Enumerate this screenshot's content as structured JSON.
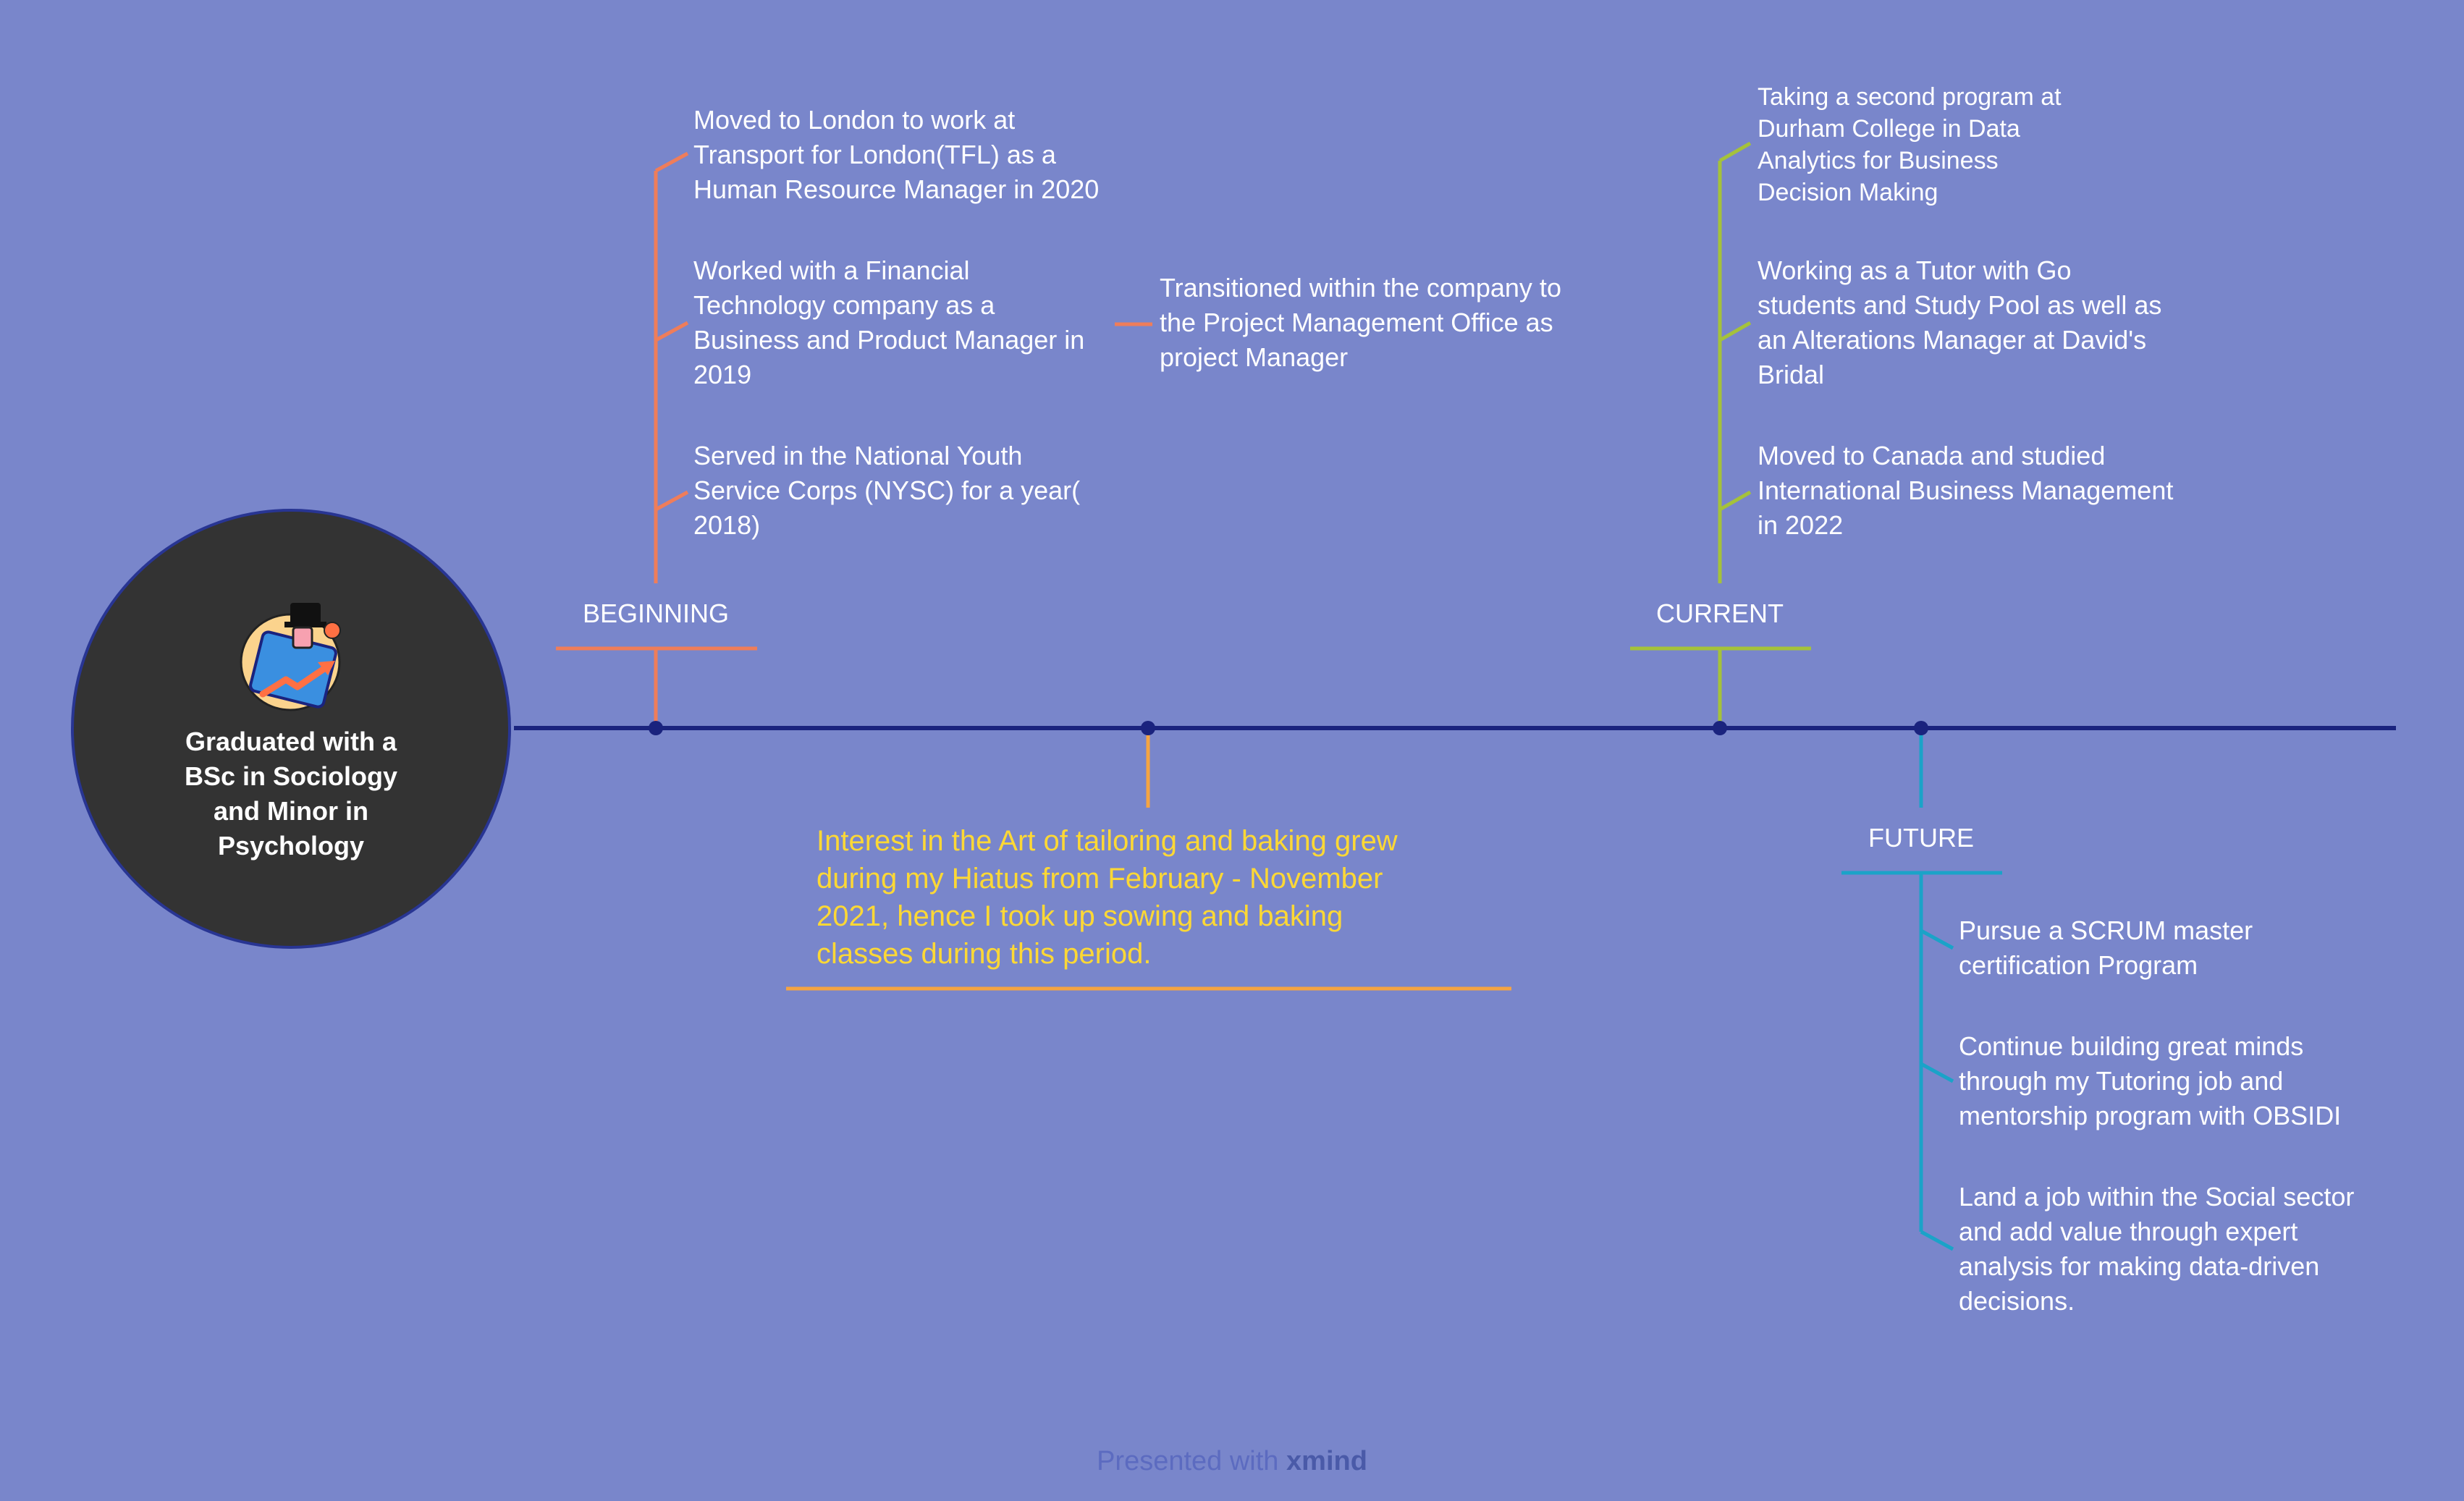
{
  "timeline": {
    "center": {
      "lines": [
        "Graduated with a",
        "BSc in Sociology",
        "and Minor in",
        "Psychology"
      ],
      "icon": "briefcase-growth-icon"
    },
    "branches": {
      "beginning": {
        "label": "BEGINNING",
        "color": "#ef7d5a",
        "items": [
          {
            "lines": [
              "Moved to London to work at",
              "Transport for London(TFL) as a",
              "Human Resource Manager in 2020"
            ]
          },
          {
            "lines": [
              "Worked with a Financial",
              "Technology company as a",
              "Business and Product Manager in",
              "2019"
            ]
          },
          {
            "lines": [
              "Served in the National Youth",
              "Service Corps (NYSC) for a year(",
              "2018)"
            ]
          }
        ],
        "sub_item": {
          "lines": [
            "Transitioned within the company to",
            "the Project Management Office as",
            "project Manager"
          ]
        }
      },
      "hiatus": {
        "color": "#f5a442",
        "text_color": "#fdd835",
        "lines": [
          "Interest in the Art of tailoring and baking grew",
          "during my Hiatus from February - November",
          "2021, hence I took up sowing and baking",
          "classes during this period."
        ]
      },
      "current": {
        "label": "CURRENT",
        "color": "#a5c23a",
        "items": [
          {
            "lines": [
              "Taking a second program at",
              "Durham College in Data",
              "Analytics for Business",
              "Decision Making"
            ]
          },
          {
            "lines": [
              "Working as a Tutor with Go",
              "students and Study Pool as well as",
              "an Alterations Manager at David's",
              "Bridal"
            ]
          },
          {
            "lines": [
              "Moved to Canada and studied",
              "International Business Management",
              "in 2022"
            ]
          }
        ]
      },
      "future": {
        "label": "FUTURE",
        "color": "#1aa3c8",
        "items": [
          {
            "lines": [
              "Pursue a SCRUM master",
              "certification Program"
            ]
          },
          {
            "lines": [
              "Continue building great minds",
              "through my Tutoring job and",
              "mentorship program with OBSIDI"
            ]
          },
          {
            "lines": [
              "Land a job within the Social sector",
              "and add value through expert",
              "analysis for making data-driven",
              "decisions."
            ]
          }
        ]
      }
    },
    "axis_color": "#1a237e"
  },
  "footer": {
    "prefix": "Presented with",
    "brand": "xmind"
  }
}
